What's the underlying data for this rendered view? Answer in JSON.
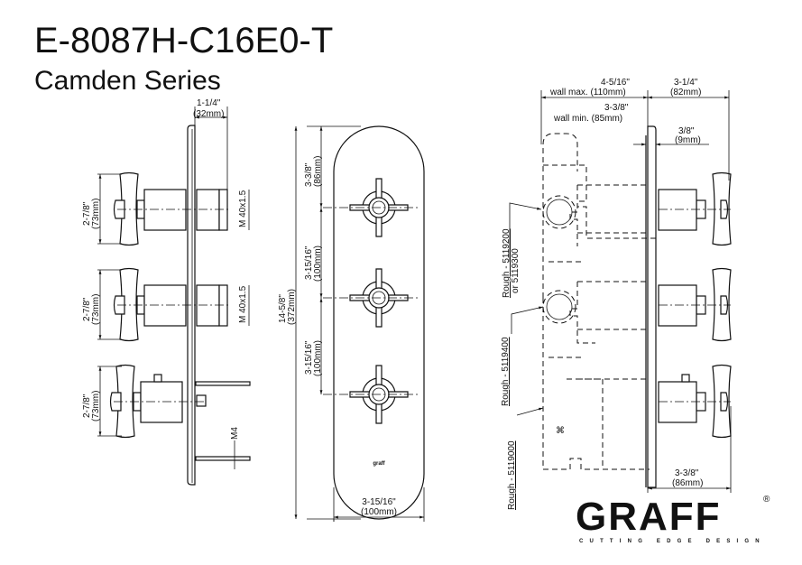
{
  "header": {
    "model": "E-8087H-C16E0-T",
    "series": "Camden Series"
  },
  "side_view": {
    "projection": "1-1/4\"",
    "projection_mm": "(32mm)",
    "handle_width": "2-7/8\"",
    "handle_width_mm": "(73mm)",
    "thread": "M 40x1.5",
    "screw": "M4"
  },
  "front_view": {
    "spacing_top": "3-3/8\"",
    "spacing_top_mm": "(86mm)",
    "spacing_mid": "3-15/16\"",
    "spacing_mid_mm": "(100mm)",
    "height": "14-5/8\"",
    "height_mm": "(372mm)",
    "width": "3-15/16\"",
    "width_mm": "(100mm)",
    "plate_logo": "graff"
  },
  "install_view": {
    "wall_max": "4-5/16\"",
    "wall_max_label": "wall max. (110mm)",
    "wall_min": "3-3/8\"",
    "wall_min_label": "wall min. (85mm)",
    "trim_depth": "3-1/4\"",
    "trim_depth_mm": "(82mm)",
    "plate_thickness": "3/8\"",
    "plate_thickness_mm": "(9mm)",
    "handle_depth": "3-3/8\"",
    "handle_depth_mm": "(86mm)",
    "rough_1": "Rough - 5119200",
    "rough_1b": "or 5119300",
    "rough_2": "Rough - 5119400",
    "rough_3": "Rough - 5119000"
  },
  "brand": {
    "name": "GRAFF",
    "registered": "®",
    "tagline": "CUTTING EDGE DESIGN"
  }
}
